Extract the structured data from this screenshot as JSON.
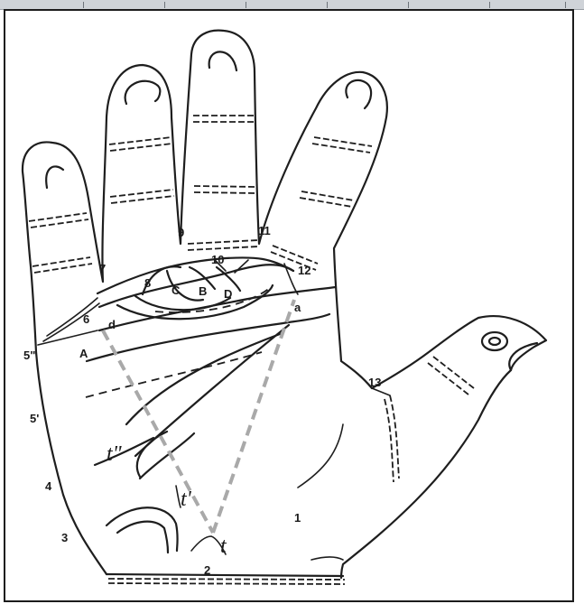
{
  "labels": {
    "l1": "1",
    "l2": "2",
    "l3": "3",
    "l4": "4",
    "l5p": "5'",
    "l5pp": "5\"",
    "l6": "6",
    "l7": "7",
    "l8": "8",
    "l9": "9",
    "l10": "10",
    "l11": "11",
    "l12": "12",
    "l13": "13",
    "A": "A",
    "B": "B",
    "C": "C",
    "D": "D",
    "d": "d",
    "a": "a",
    "t": "t",
    "tp": "t'",
    "tpp": "t\""
  }
}
